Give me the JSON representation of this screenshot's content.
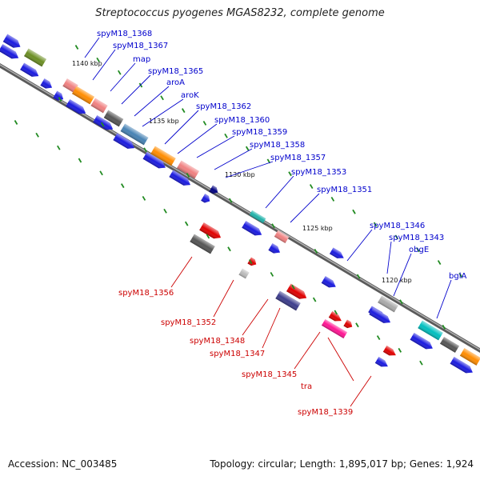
{
  "title": "Streptococcus pyogenes MGAS8232, complete genome",
  "footer": {
    "accession": "Accession: NC_003485",
    "stats": "Topology: circular; Length: 1,895,017 bp; Genes: 1,924"
  },
  "colors": {
    "forward_label": "#0000cc",
    "reverse_label": "#cc0000",
    "backbone": "#888888",
    "tick": "#228b22"
  },
  "ticks": [
    "1140 kbp",
    "1135 kbp",
    "1130 kbp",
    "1125 kbp",
    "1120 kbp"
  ],
  "forward_labels": [
    "spyM18_1368",
    "spyM18_1367",
    "map",
    "spyM18_1365",
    "aroA",
    "aroK",
    "spyM18_1362",
    "spyM18_1360",
    "spyM18_1359",
    "spyM18_1358",
    "spyM18_1357",
    "spyM18_1353",
    "spyM18_1351",
    "spyM18_1346",
    "spyM18_1343",
    "obgE",
    "bglA"
  ],
  "reverse_labels": [
    "spyM18_1356",
    "spyM18_1352",
    "spyM18_1348",
    "spyM18_1347",
    "spyM18_1345",
    "tra",
    "spyM18_1339"
  ]
}
